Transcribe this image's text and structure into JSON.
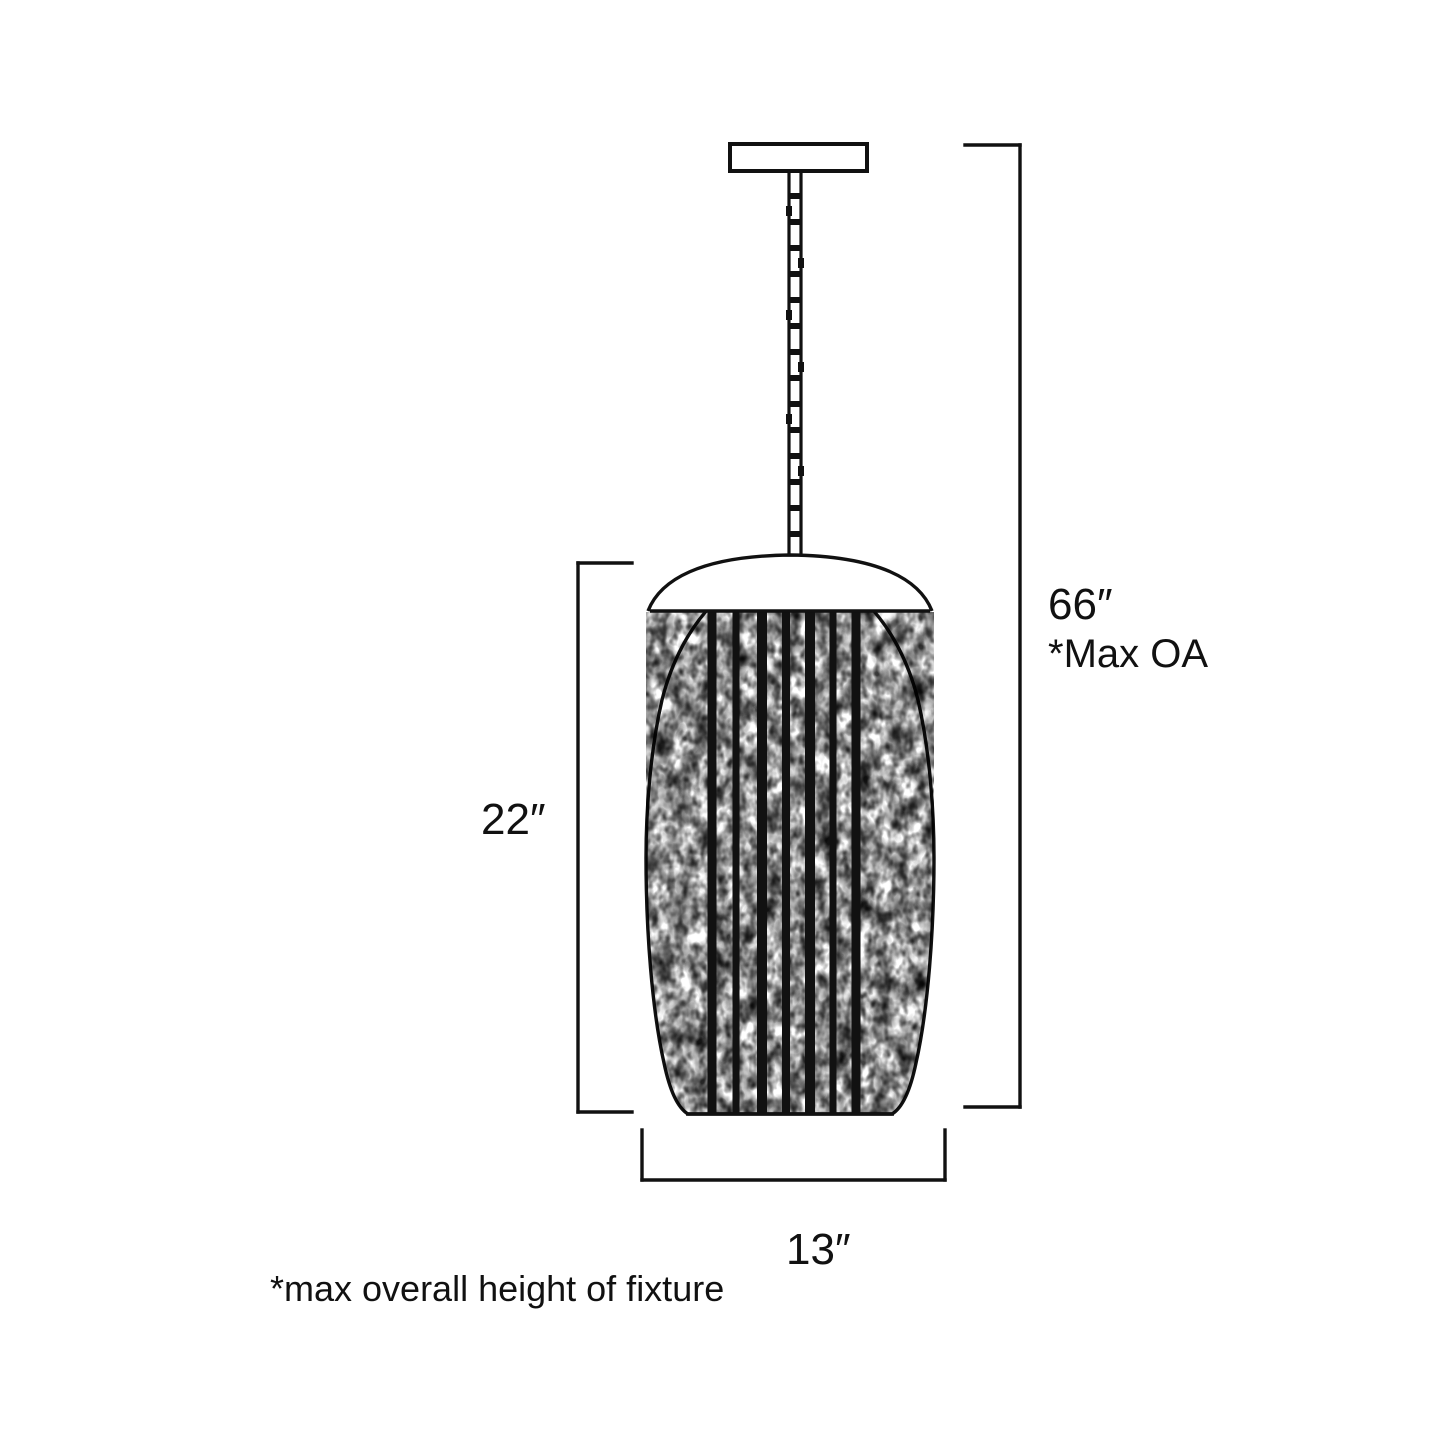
{
  "drawing": {
    "subject": "pendant-light-fixture-dimension-drawing",
    "background_color": "#ffffff",
    "line_color": "#111111"
  },
  "dimensions": {
    "overall_height": {
      "value": "66″",
      "note": "*Max OA",
      "orientation": "vertical",
      "side": "right"
    },
    "shade_height": {
      "value": "22″",
      "orientation": "vertical",
      "side": "left"
    },
    "shade_width": {
      "value": "13″",
      "orientation": "horizontal",
      "side": "bottom"
    }
  },
  "footnote": {
    "text": "*max overall height of fixture"
  },
  "fixture": {
    "canopy": "rectangular-ceiling-canopy",
    "stem": "chain-link-stem",
    "shade": "oval-crackle-glass-shade-with-vertical-ribs"
  }
}
